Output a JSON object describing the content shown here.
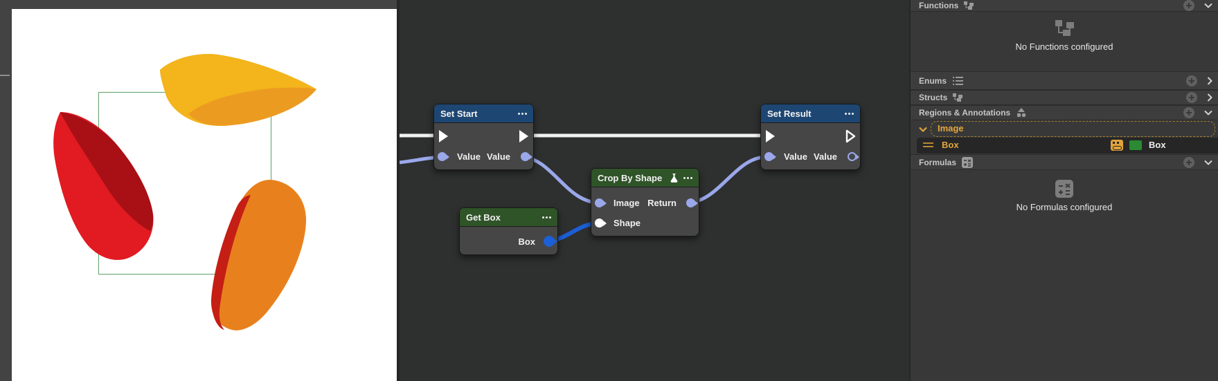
{
  "canvas": {
    "background": "#ffffff",
    "frame_color": "#434343",
    "region_box": {
      "name": "Box",
      "stroke": "#5d9f62"
    },
    "petals": {
      "yellow": {
        "fill": "#f3b41c",
        "shade": "#ec9b21"
      },
      "red": {
        "fill": "#e11b21",
        "shade": "#a81016"
      },
      "orange": {
        "fill": "#e8811d",
        "shade": "#c41e15"
      }
    }
  },
  "graph": {
    "wires": {
      "exec_color": "#f2f2f2",
      "value_color": "#9aa8ea",
      "shape_color": "#1c5fd6"
    },
    "nodes": {
      "set_start": {
        "title": "Set Start",
        "header_color": "#1d4673",
        "in_value": "Value",
        "out_value": "Value"
      },
      "set_result": {
        "title": "Set Result",
        "header_color": "#1d4673",
        "in_value": "Value",
        "out_value": "Value"
      },
      "crop_by_shape": {
        "title": "Crop By Shape",
        "header_color": "#2f5428",
        "in_image": "Image",
        "in_shape": "Shape",
        "out_return": "Return"
      },
      "get_box": {
        "title": "Get Box",
        "header_color": "#2f5428",
        "out_box": "Box"
      }
    }
  },
  "panel": {
    "functions": {
      "label": "Functions",
      "empty": "No Functions configured"
    },
    "enums": {
      "label": "Enums"
    },
    "structs": {
      "label": "Structs"
    },
    "regions": {
      "label": "Regions & Annotations"
    },
    "image_group": {
      "label": "Image"
    },
    "box_item": {
      "label": "Box",
      "value_label": "Box",
      "swatch_color": "#2b8a33"
    },
    "formulas": {
      "label": "Formulas",
      "empty": "No Formulas configured"
    }
  }
}
